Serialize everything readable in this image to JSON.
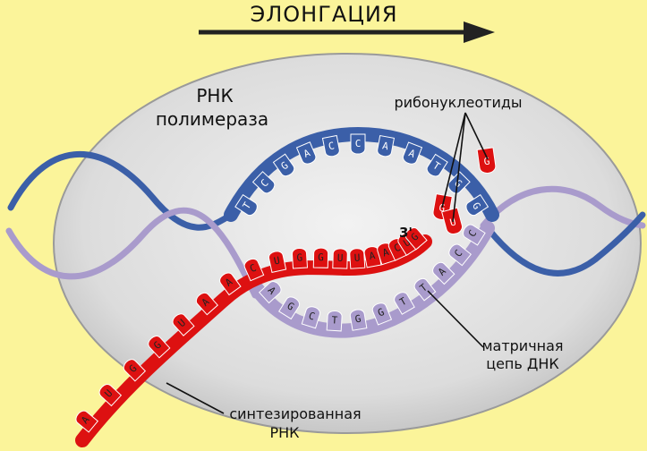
{
  "title": "ЭЛОНГАЦИЯ",
  "labels": {
    "polymerase_line1": "РНК",
    "polymerase_line2": "полимераза",
    "ribonucleotides": "рибонуклеотиды",
    "template_line1": "матричная",
    "template_line2": "цепь  ДНК",
    "synth_line1": "синтезированная",
    "synth_line2": "РНК",
    "three_prime": "3'"
  },
  "strands": {
    "coding_bases": [
      "T",
      "C",
      "G",
      "A",
      "C",
      "C",
      "A",
      "A",
      "T",
      "G",
      "G"
    ],
    "template_bases": [
      "A",
      "G",
      "C",
      "T",
      "G",
      "G",
      "T",
      "T",
      "A",
      "C",
      "C"
    ],
    "rna_bases": [
      "A",
      "U",
      "G",
      "G",
      "U",
      "A",
      "A",
      "C",
      "U",
      "G",
      "G",
      "U",
      "U",
      "A",
      "A",
      "C",
      "U",
      "G"
    ],
    "free_nucleotides": [
      "G",
      "G",
      "U"
    ]
  },
  "colors": {
    "background": "#fbf49a",
    "polymerase": "#dedede",
    "coding_strand": "#3b5fa8",
    "template_strand": "#a99bcc",
    "rna": "#dd1111"
  }
}
